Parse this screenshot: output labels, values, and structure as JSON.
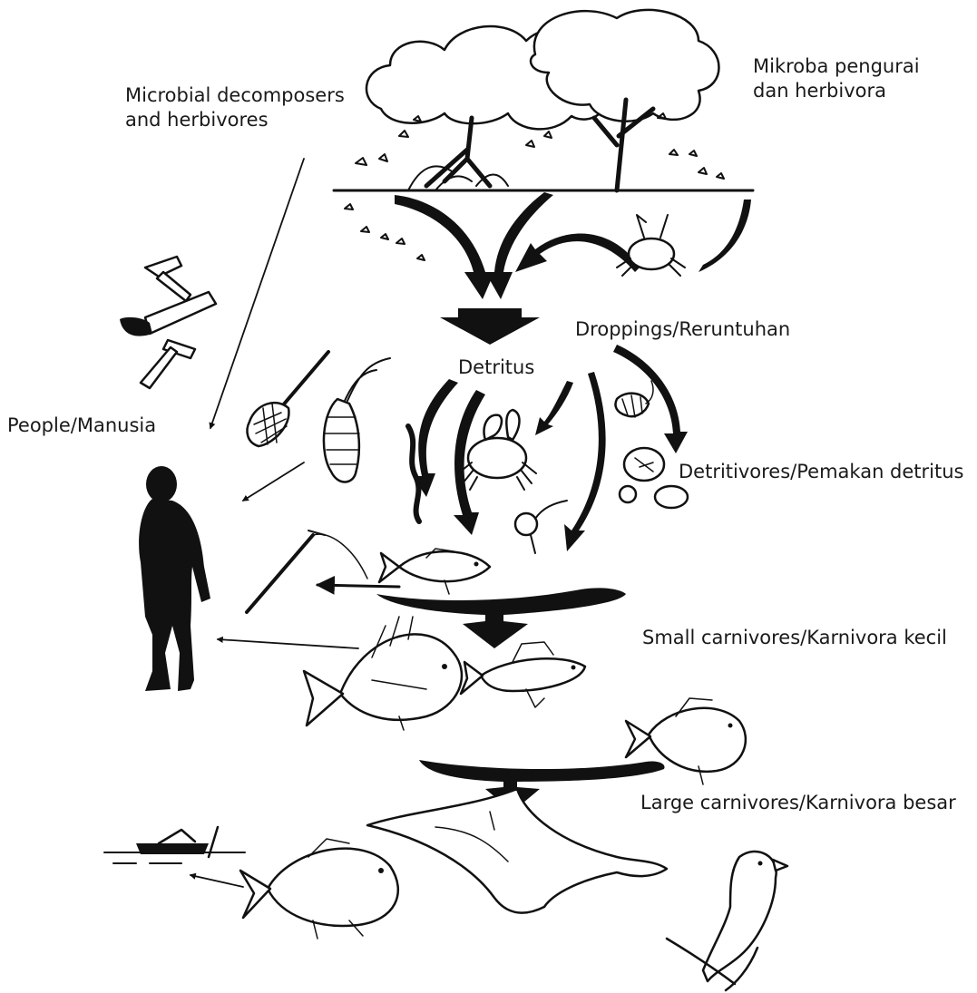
{
  "labels": {
    "microbial_en_line1": "Microbial decomposers",
    "microbial_en_line2": "and herbivores",
    "microbial_id_line1": "Mikroba pengurai",
    "microbial_id_line2": "dan herbivora",
    "droppings": "Droppings/Reruntuhan",
    "detritus": "Detritus",
    "people": "People/Manusia",
    "detritivores": "Detritivores/Pemakan detritus",
    "small_carnivores": "Small carnivores/Karnivora kecil",
    "large_carnivores": "Large carnivores/Karnivora besar"
  },
  "colors": {
    "ink": "#111111",
    "text": "#1a1a1a",
    "background": "#ffffff"
  },
  "icons": [
    "mangrove-tree-icon",
    "crab-icon",
    "hammer-icon",
    "saw-icon",
    "axe-icon",
    "hand-net-icon",
    "shrimp-icon",
    "worm-icon",
    "shell-icon",
    "fishing-rod-icon",
    "fish-icon",
    "human-silhouette-icon",
    "stingray-icon",
    "bird-icon",
    "canoe-icon"
  ]
}
